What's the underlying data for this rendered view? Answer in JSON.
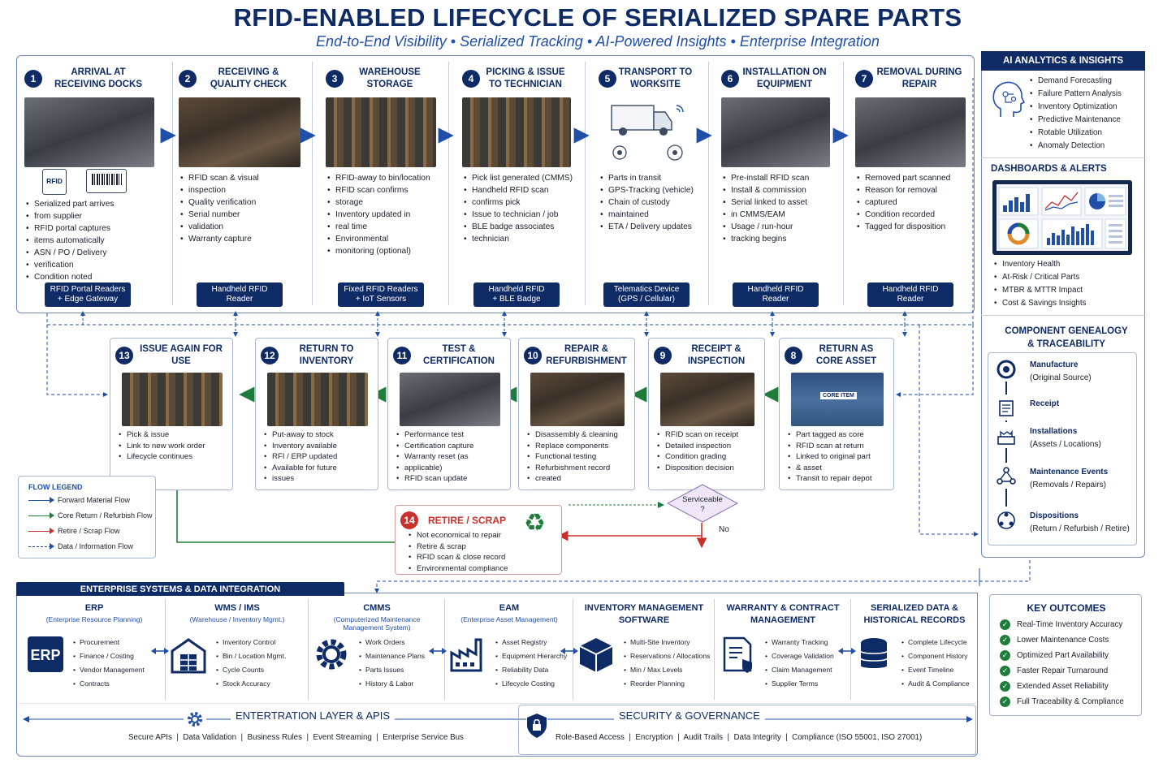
{
  "title": "RFID-ENABLED LIFECYCLE OF SERIALIZED SPARE PARTS",
  "subtitle": "End-to-End Visibility • Serialized Tracking • AI-Powered Insights • Enterprise Integration",
  "top_steps": [
    {
      "num": "1",
      "title": [
        "ARRIVAL AT",
        "RECEIVING DOCKS"
      ],
      "bullets": [
        "Serialized part arrives",
        "from supplier",
        "RFID portal captures",
        "items automatically",
        "ASN / PO / Delivery",
        "verification",
        "Condition noted"
      ],
      "device": [
        "RFID Portal Readers",
        "+ Edge Gateway"
      ],
      "tag_label": "RFID"
    },
    {
      "num": "2",
      "title": [
        "RECEIVING &",
        "QUALITY CHECK"
      ],
      "bullets": [
        "RFID scan & visual",
        "inspection",
        "Quality verification",
        "Serial number",
        "validation",
        "Warranty capture"
      ],
      "device": [
        "Handheld RFID",
        "Reader"
      ]
    },
    {
      "num": "3",
      "title": [
        "WAREHOUSE",
        "STORAGE"
      ],
      "bullets": [
        "RFID-away to bin/location",
        "RFID scan confirms",
        "storage",
        "Inventory updated in",
        "real time",
        "Environmental",
        "monitoring (optional)"
      ],
      "device": [
        "Fixed RFID Readers",
        "+ IoT Sensors"
      ]
    },
    {
      "num": "4",
      "title": [
        "PICKING & ISSUE",
        "TO TECHNICIAN"
      ],
      "bullets": [
        "Pick list generated (CMMS)",
        "Handheld RFID scan",
        "confirms pick",
        "Issue to technician / job",
        "BLE badge associates",
        "technician"
      ],
      "device": [
        "Handheld RFID",
        "+ BLE Badge"
      ]
    },
    {
      "num": "5",
      "title": [
        "TRANSPORT TO",
        "WORKSITE"
      ],
      "bullets": [
        "Parts in transit",
        "GPS-Tracking (vehicle)",
        "Chain of custody",
        "maintained",
        "ETA / Delivery updates"
      ],
      "device": [
        "Telematics Device",
        "(GPS / Cellular)"
      ]
    },
    {
      "num": "6",
      "title": [
        "INSTALLATION ON",
        "EQUIPMENT"
      ],
      "bullets": [
        "Pre-install RFID scan",
        "Install & commission",
        "Serial linked to asset",
        "in CMMS/EAM",
        "Usage / run-hour",
        "tracking begins"
      ],
      "device": [
        "Handheld RFID",
        "Reader"
      ]
    },
    {
      "num": "7",
      "title": [
        "REMOVAL DURING",
        "REPAIR"
      ],
      "bullets": [
        "Removed part scanned",
        "Reason for removal",
        "captured",
        "Condition recorded",
        "Tagged for disposition"
      ],
      "device": [
        "Handheld RFID",
        "Reader"
      ]
    }
  ],
  "bottom_steps": [
    {
      "num": "13",
      "title": [
        "ISSUE AGAIN FOR",
        "USE"
      ],
      "bullets": [
        "Pick & issue",
        "Link to new work order",
        "Lifecycle continues"
      ]
    },
    {
      "num": "12",
      "title": [
        "RETURN TO",
        "INVENTORY"
      ],
      "bullets": [
        "Put-away to stock",
        "Inventory available",
        "RFI / ERP updated",
        "Available for future",
        "issues"
      ]
    },
    {
      "num": "11",
      "title": [
        "TEST &",
        "CERTIFICATION"
      ],
      "bullets": [
        "Performance test",
        "Certification capture",
        "Warranty reset (as",
        "applicable)",
        "RFID scan update"
      ]
    },
    {
      "num": "10",
      "title": [
        "REPAIR &",
        "REFURBISHMENT"
      ],
      "bullets": [
        "Disassembly & cleaning",
        "Replace components",
        "Functional testing",
        "Refurbishment record",
        "created"
      ]
    },
    {
      "num": "9",
      "title": [
        "RECEIPT &",
        "INSPECTION"
      ],
      "bullets": [
        "RFID scan on receipt",
        "Detailed inspection",
        "Condition grading",
        "Disposition decision"
      ]
    },
    {
      "num": "8",
      "title": [
        "RETURN AS",
        "CORE ASSET"
      ],
      "bullets": [
        "Part tagged as core",
        "RFID scan at return",
        "Linked to original part",
        "& asset",
        "Transit to repair depot"
      ],
      "crate_label": "CORE ITEM"
    }
  ],
  "decision": {
    "label": "Serviceable",
    "q": "?",
    "no": "No"
  },
  "retire": {
    "num": "14",
    "title": "RETIRE / SCRAP",
    "bullets": [
      "Not economical to repair",
      "Retire & scrap",
      "RFID scan & close record",
      "Environmental compliance"
    ]
  },
  "legend": {
    "title": "FLOW LEGEND",
    "items": [
      {
        "label": "Forward Material Flow",
        "color": "#1f4fa8",
        "style": "solid"
      },
      {
        "label": "Core Return / Refurbish Flow",
        "color": "#1e7d3a",
        "style": "solid"
      },
      {
        "label": "Retire / Scrap Flow",
        "color": "#c9302c",
        "style": "solid"
      },
      {
        "label": "Data / Information Flow",
        "color": "#1f4fa8",
        "style": "dashed"
      }
    ]
  },
  "ai_panel": {
    "title": "AI ANALYTICS & INSIGHTS",
    "items": [
      "Demand Forecasting",
      "Failure Pattern Analysis",
      "Inventory Optimization",
      "Predictive Maintenance",
      "Rotable Utilization",
      "Anomaly Detection"
    ]
  },
  "dashboards": {
    "title": "DASHBOARDS & ALERTS",
    "items": [
      "Inventory Health",
      "At-Risk / Critical Parts",
      "MTBR & MTTR Impact",
      "Cost & Savings Insights"
    ]
  },
  "genealogy": {
    "title": [
      "COMPONENT GENEALOGY",
      "& TRACEABILITY"
    ],
    "items": [
      {
        "name": "Manufacture",
        "sub": "(Original Source)",
        "icon": "factory-icon"
      },
      {
        "name": "Receipt",
        "sub": "",
        "icon": "receipt-icon"
      },
      {
        "name": "Installations",
        "sub": "(Assets / Locations)",
        "icon": "asset-icon"
      },
      {
        "name": "Maintenance Events",
        "sub": "(Removals / Repairs)",
        "icon": "network-icon"
      },
      {
        "name": "Dispositions",
        "sub": "(Return / Refurbish / Retire)",
        "icon": "cycle-icon"
      }
    ]
  },
  "enterprise": {
    "title": "ENTERPRISE SYSTEMS & DATA INTEGRATION",
    "systems": [
      {
        "name": "ERP",
        "sub": [
          "(Enterprise Resource Planning)"
        ],
        "items": [
          "Procurement",
          "Finance / Costing",
          "Vendor Management",
          "Contracts"
        ],
        "icon_text": "ERP"
      },
      {
        "name": "WMS / IMS",
        "sub": [
          "(Warehouse / Inventory Mgmt.)"
        ],
        "items": [
          "Inventory Control",
          "Bin / Location Mgmt.",
          "Cycle Counts",
          "Stock Accuracy"
        ]
      },
      {
        "name": "CMMS",
        "sub": [
          "(Computerized Maintenance",
          "Management System)"
        ],
        "items": [
          "Work Orders",
          "Maintenance Plans",
          "Parts Issues",
          "History & Labor"
        ]
      },
      {
        "name": "EAM",
        "sub": [
          "(Enterprise Asset Management)"
        ],
        "items": [
          "Asset Registry",
          "Equipment Hierarchy",
          "Reliability Data",
          "Lifecycle Costing"
        ]
      },
      {
        "name": "INVENTORY MANAGEMENT",
        "name2": "SOFTWARE",
        "sub": [],
        "items": [
          "Multi-Site Inventory",
          "Reservations / Allocations",
          "Min / Max Levels",
          "Reorder Planning"
        ]
      },
      {
        "name": "WARRANTY & CONTRACT",
        "name2": "MANAGEMENT",
        "sub": [],
        "items": [
          "Warranty Tracking",
          "Coverage Validation",
          "Claim Management",
          "Supplier Terms"
        ]
      },
      {
        "name": "SERIALIZED DATA &",
        "name2": "HISTORICAL RECORDS",
        "sub": [],
        "items": [
          "Complete Lifecycle",
          "Component History",
          "Event Timeline",
          "Audit & Compliance"
        ]
      }
    ]
  },
  "integration": {
    "title": "ENTERTRATION LAYER & APIS",
    "items": "Secure APIs  |  Data Validation  |  Business Rules  |  Event Streaming  |  Enterprise Service Bus"
  },
  "security": {
    "title": "SECURITY & GOVERNANCE",
    "items": "Role-Based Access  |  Encryption  |  Audit Trails  |  Data Integrity  |  Compliance (ISO 55001, ISO 27001)"
  },
  "outcomes": {
    "title": "KEY OUTCOMES",
    "items": [
      "Real-Time Inventory Accuracy",
      "Lower Maintenance Costs",
      "Optimized Part Availability",
      "Faster Repair Turnaround",
      "Extended Asset Reliability",
      "Full Traceability & Compliance"
    ]
  },
  "colors": {
    "navy": "#0f2b66",
    "blue": "#1f4fa8",
    "green": "#1e7d3a",
    "red": "#c9302c"
  }
}
